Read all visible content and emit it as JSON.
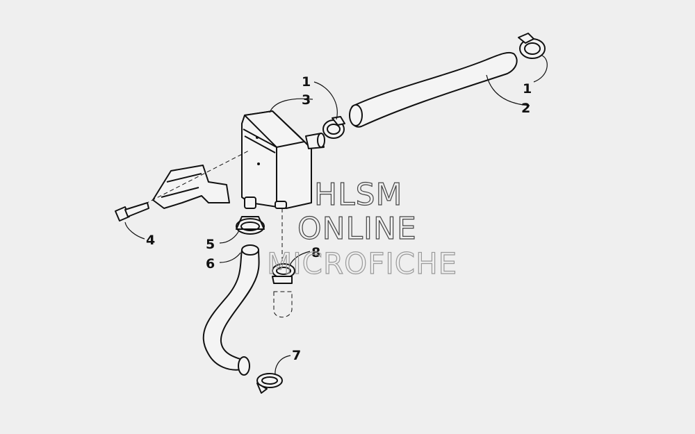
{
  "callouts": {
    "c1a": "1",
    "c1b": "1",
    "c2": "2",
    "c3": "3",
    "c4": "4",
    "c5": "5",
    "c6": "6",
    "c7": "7",
    "c8": "8"
  },
  "watermark": {
    "line1": "HLSM",
    "line2": "ONLINE",
    "line3": "MICROFICHE"
  }
}
